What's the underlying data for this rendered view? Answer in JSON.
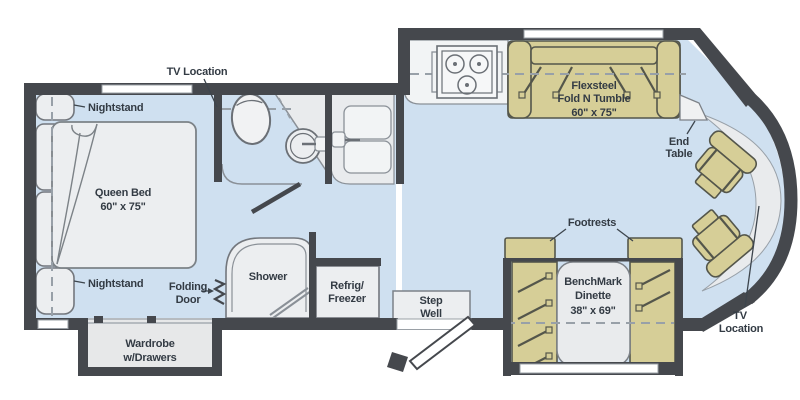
{
  "colors": {
    "wall": "#45484d",
    "floor": "#cfe0f0",
    "furniture": "#d6ce97",
    "fixture": "#eceef0",
    "label": "#333b44"
  },
  "labels": {
    "tv_top": "TV Location",
    "nightstand_top": "Nightstand",
    "nightstand_bottom": "Nightstand",
    "queen_bed_name": "Queen Bed",
    "queen_bed_size": "60\" x 75\"",
    "folding_door_1": "Folding",
    "folding_door_2": "Door",
    "wardrobe_1": "Wardrobe",
    "wardrobe_2": "w/Drawers",
    "shower": "Shower",
    "refrig_1": "Refrig/",
    "refrig_2": "Freezer",
    "step_well_1": "Step",
    "step_well_2": "Well",
    "sofa_1": "Flexsteel",
    "sofa_2": "Fold N Tumble",
    "sofa_size": "60\" x 75\"",
    "end_table_1": "End",
    "end_table_2": "Table",
    "footrests": "Footrests",
    "dinette_1": "BenchMark",
    "dinette_2": "Dinette",
    "dinette_size": "38\" x 69\"",
    "tv_front_1": "TV",
    "tv_front_2": "Location"
  }
}
